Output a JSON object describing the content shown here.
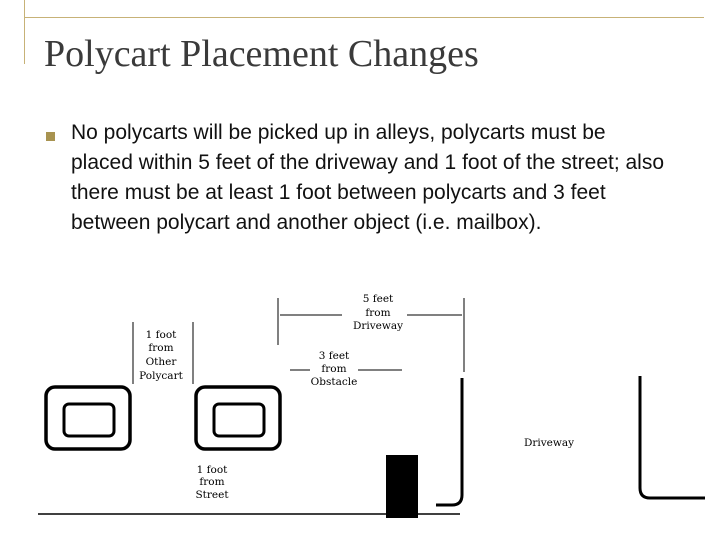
{
  "slide": {
    "title": "Polycart Placement Changes",
    "bullet_text": "No polycarts will be picked up in alleys, polycarts must be placed within 5 feet of the driveway and 1 foot of the street; also there must be at least 1 foot between polycarts and 3 feet between polycart and another object (i.e. mailbox)."
  },
  "diagram": {
    "label_1ft_other": [
      "1 foot",
      "from",
      "Other",
      "Polycart"
    ],
    "label_5ft": [
      "5 feet",
      "from",
      "Driveway"
    ],
    "label_3ft": [
      "3 feet",
      "from",
      "Obstacle"
    ],
    "label_1ft_street": [
      "1 foot",
      "from",
      "Street"
    ],
    "label_driveway": "Driveway"
  }
}
